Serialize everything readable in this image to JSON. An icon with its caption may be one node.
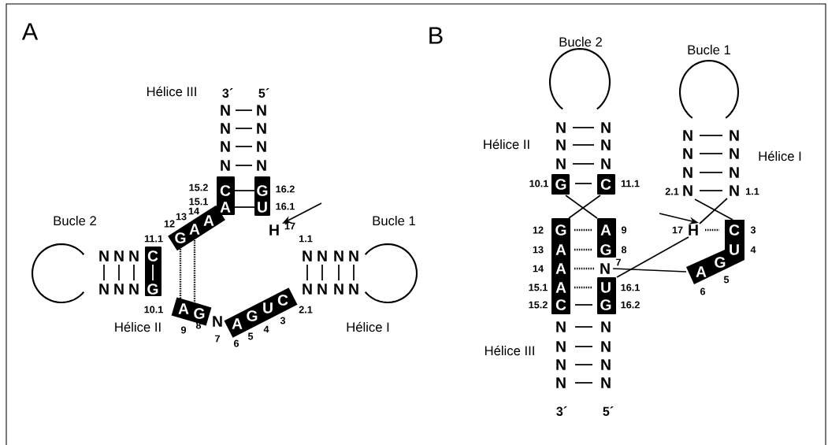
{
  "diagram": {
    "nodes": [
      {
        "text": [
          "C",
          "A"
        ]
      },
      {
        "text": [
          "G",
          "A",
          "A"
        ]
      },
      {
        "text": [
          "G",
          "U"
        ]
      },
      {
        "text": [
          "C",
          "G"
        ]
      },
      {
        "text": [
          "A",
          "G"
        ]
      },
      {
        "text": [
          "A",
          "G",
          "U",
          "C"
        ]
      },
      {
        "text": [
          "H"
        ]
      },
      {
        "text": [
          "G"
        ]
      },
      {
        "text": [
          "C"
        ]
      },
      {
        "text": [
          "G",
          "A",
          "A",
          "A",
          "C"
        ]
      },
      {
        "text": [
          "A",
          "G"
        ]
      },
      {
        "text": [
          "N"
        ]
      },
      {
        "text": [
          "U",
          "G"
        ]
      },
      {
        "text": [
          "H"
        ]
      },
      {
        "text": [
          "C",
          "U",
          "G",
          "A"
        ]
      },
      {
        "text": [
          "N"
        ]
      },
      {
        "text": [
          "N"
        ]
      }
    ],
    "edges": [
      {
        "from": null,
        "to": 6,
        "arrow": "to"
      },
      {
        "from": null,
        "to": 13,
        "arrow": "to"
      },
      {
        "from": 13,
        "to": 12,
        "arrow": "none"
      },
      {
        "from": 11,
        "to": 14,
        "arrow": "none"
      },
      {
        "from": 0,
        "to": 2,
        "arrow": "none"
      },
      {
        "from": 0,
        "to": 2,
        "arrow": "none"
      },
      {
        "from": 1,
        "to": 4,
        "arrow": "none",
        "style": "dashed"
      },
      {
        "from": 1,
        "to": 4,
        "arrow": "none",
        "style": "dashed"
      },
      {
        "from": 7,
        "to": 8,
        "arrow": "none"
      },
      {
        "from": 7,
        "to": 10,
        "arrow": "none"
      },
      {
        "from": 8,
        "to": 9,
        "arrow": "none"
      },
      {
        "from": 15,
        "to": 14,
        "arrow": "none"
      },
      {
        "from": 16,
        "to": 13,
        "arrow": "none"
      },
      {
        "from": 9,
        "to": 10,
        "arrow": "none",
        "style": "dashed"
      },
      {
        "from": 9,
        "to": 10,
        "arrow": "none",
        "style": "dashed"
      },
      {
        "from": 9,
        "to": 11,
        "arrow": "none",
        "style": "dashed"
      },
      {
        "from": 9,
        "to": 12,
        "arrow": "none",
        "style": "dashed"
      },
      {
        "from": 9,
        "to": 12,
        "arrow": "none"
      },
      {
        "from": 13,
        "to": 14,
        "arrow": "none",
        "style": "dashed"
      },
      {
        "from": 15,
        "to": 16,
        "arrow": "none"
      }
    ],
    "labels": [
      "A",
      "Hélice III",
      "3´",
      "5´",
      "N",
      "N",
      "N",
      "N",
      "N",
      "N",
      "N",
      "N",
      "15.2",
      "16.2",
      "15.1",
      "16.1",
      "12",
      "13",
      "14",
      "Bucle 2",
      "17",
      "Bucle 1",
      "11.1",
      "1.1",
      "N",
      "N",
      "N",
      "N",
      "N",
      "N",
      "N",
      "N",
      "N",
      "N",
      "N",
      "N",
      "N",
      "N",
      "10.1",
      "2.1",
      "Hélice II",
      "9",
      "8",
      "N",
      "7",
      "6",
      "5",
      "4",
      "3",
      "Hélice I",
      "B",
      "Bucle 2",
      "Bucle 1",
      "N",
      "N",
      "N",
      "N",
      "N",
      "N",
      "Hélice II",
      "N",
      "N",
      "N",
      "N",
      "N",
      "N",
      "Hélice I",
      "10.1",
      "11.1",
      "2.1",
      "1.1",
      "12",
      "9",
      "17",
      "3",
      "13",
      "8",
      "4",
      "14",
      "7",
      "5",
      "15.1",
      "16.1",
      "6",
      "15.2",
      "16.2",
      "N",
      "N",
      "N",
      "N",
      "N",
      "N",
      "N",
      "N",
      "Hélice III",
      "3´",
      "5´"
    ]
  }
}
